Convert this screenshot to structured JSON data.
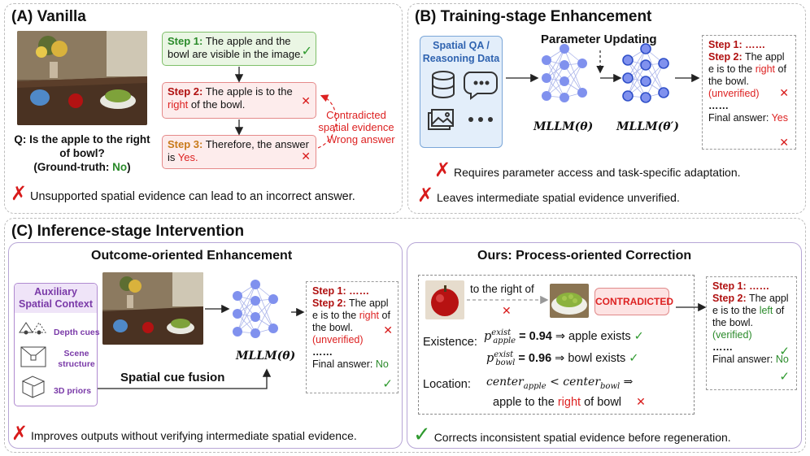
{
  "panel_a": {
    "title": "(A) Vanilla",
    "question": "Q: Is the apple to the right of bowl?",
    "gt_prefix": "(Ground-truth: ",
    "gt_value": "No",
    "gt_suffix": ")",
    "step1_label": "Step 1:",
    "step1_text": "The apple and the bowl are visible in the image.",
    "step2_label": "Step 2:",
    "step2_pre": "The apple is to the",
    "step2_red": "right",
    "step2_post": "of the bowl.",
    "step3_label": "Step 3:",
    "step3_pre": "Therefore, the answer is",
    "step3_red": "Yes.",
    "contradicted": "Contradicted spatial evidence",
    "wrong": "Wrong answer",
    "note": "Unsupported spatial evidence can lead to an incorrect answer."
  },
  "panel_b": {
    "title": "(B) Training-stage Enhancement",
    "data_box_title": "Spatial QA / Reasoning Data",
    "param_update": "Parameter Updating",
    "mllm1": "MLLM(θ)",
    "mllm2": "MLLM(θ′)",
    "out_step1": "Step 1: ……",
    "out_step2_label": "Step 2:",
    "out_step2_pre": "The appl e is to the",
    "out_step2_red": "right",
    "out_step2_post": "of the bowl.",
    "out_unverified": "(unverified)",
    "out_dots": "……",
    "out_final": "Final answer:",
    "out_final_val": "Yes",
    "note1": "Requires parameter access and task-specific adaptation.",
    "note2": "Leaves intermediate spatial evidence unverified."
  },
  "panel_c": {
    "title": "(C) Inference-stage Intervention",
    "outcome_title": "Outcome-oriented Enhancement",
    "aux_title": "Auxiliary Spatial Context",
    "aux_items": [
      "Depth cues",
      "Scene structure",
      "3D priors"
    ],
    "fusion": "Spatial cue fusion",
    "mllm": "MLLM(θ)",
    "out_step1": "Step 1: ……",
    "out_step2_label": "Step 2:",
    "out_step2_pre": "The appl e is to the",
    "out_step2_red": "right",
    "out_step2_post": "of the bowl.",
    "out_unverified": "(unverified)",
    "out_dots": "……",
    "out_final": "Final answer:",
    "out_final_val": "No",
    "note_outcome": "Improves outputs without verifying intermediate spatial evidence.",
    "ours_title": "Ours: Process-oriented Correction",
    "to_right": "to the right of",
    "contradicted": "CONTRADICTED",
    "existence_label": "Existence:",
    "p_apple_val": "= 0.94",
    "p_apple_text": "⇒ apple exists",
    "p_bowl_val": "= 0.96",
    "p_bowl_text": "⇒ bowl exists",
    "location_label": "Location:",
    "location_pre": "apple to the",
    "location_red": "right",
    "location_post": "of bowl",
    "ours_step1": "Step 1: ……",
    "ours_step2_label": "Step 2:",
    "ours_step2_pre": "The appl e is to the",
    "ours_step2_green": "left",
    "ours_step2_post": "of the bowl.",
    "ours_verified": "(verified)",
    "ours_dots": "……",
    "ours_final": "Final answer:",
    "ours_final_val": "No",
    "note_ours": "Corrects inconsistent spatial evidence before regeneration."
  },
  "colors": {
    "red": "#d22222",
    "green": "#2a8a2a",
    "node": "#7d8ff0"
  }
}
